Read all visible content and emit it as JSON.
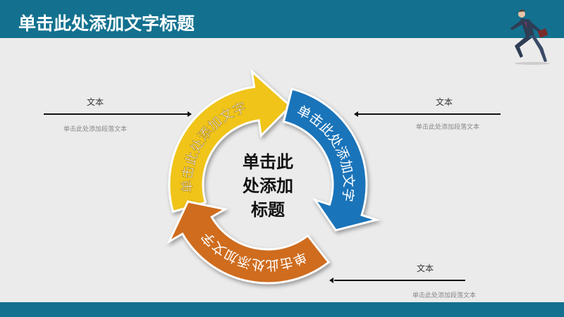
{
  "header": {
    "title": "单击此处添加文字标题"
  },
  "center": {
    "line1": "单击此",
    "line2": "处添加",
    "line3": "标题"
  },
  "arrows": [
    {
      "label": "单击此处添加文字",
      "color": "#f0c419"
    },
    {
      "label": "单击此处添加文字",
      "color": "#1a74b9"
    },
    {
      "label": "单击此处添加文字",
      "color": "#cf6c1e"
    }
  ],
  "notes": [
    {
      "title": "文本",
      "text": "单击此处添加段落文本"
    },
    {
      "title": "文本",
      "text": "单击此处添加段落文本"
    },
    {
      "title": "文本",
      "text": "单击此处添加段落文本"
    }
  ]
}
